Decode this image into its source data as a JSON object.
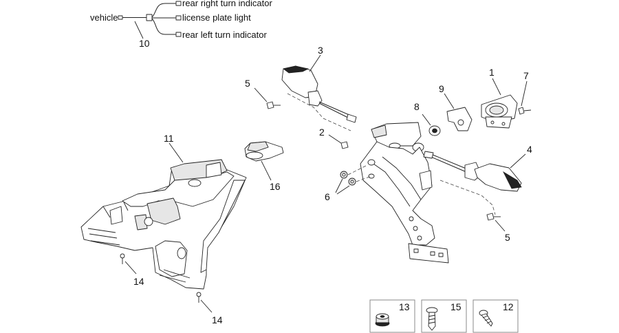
{
  "wiring": {
    "source_label": "vehicle",
    "branch_top": "rear right turn indicator",
    "branch_middle": "license plate light",
    "branch_bottom": "rear left turn indicator",
    "harness_number": "10"
  },
  "callouts": {
    "p1": "1",
    "p2": "2",
    "p3": "3",
    "p4": "4",
    "p5_top": "5",
    "p5_bottom": "5",
    "p6": "6",
    "p7": "7",
    "p8": "8",
    "p9": "9",
    "p11": "11",
    "p14_left": "14",
    "p14_bottom": "14",
    "p16": "16"
  },
  "insets": {
    "box13": "13",
    "box15": "15",
    "box12": "12"
  }
}
